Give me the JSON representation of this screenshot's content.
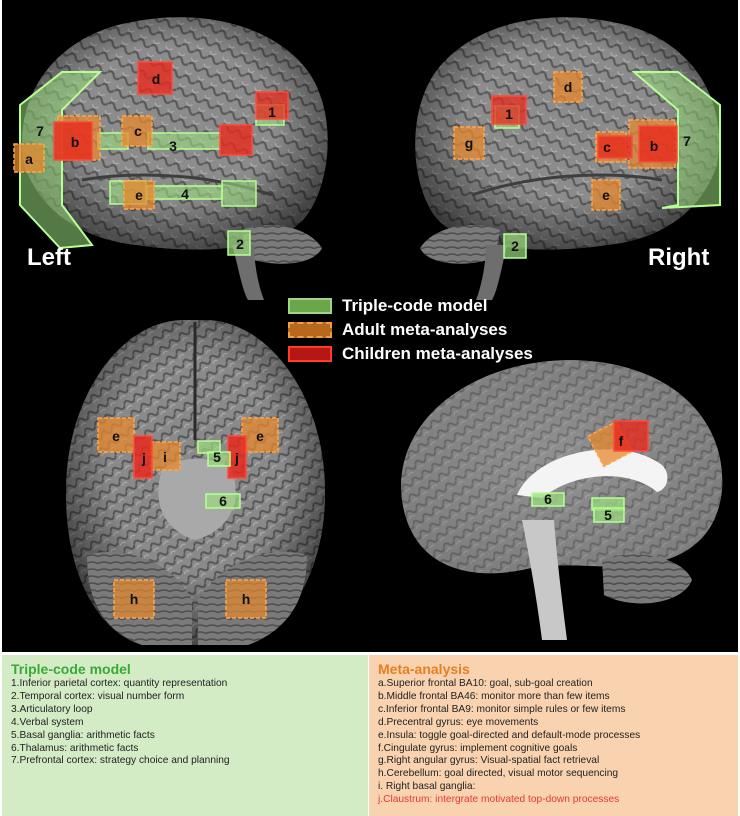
{
  "views": {
    "left": "Left",
    "right": "Right"
  },
  "legend": [
    {
      "label": "Triple-code model",
      "fill": "#6aa64a",
      "border": "#9fd48a",
      "dashed": false
    },
    {
      "label": "Adult meta-analyses",
      "fill": "#b8681c",
      "border": "#f0a040",
      "dashed": true
    },
    {
      "label": "Children meta-analyses",
      "fill": "#b51812",
      "border": "#ff3b2c",
      "dashed": false
    }
  ],
  "colors": {
    "triple_fill": "#9bdc7e",
    "triple_stroke": "#b6ff95",
    "adult_fill": "#e78a2e",
    "adult_stroke": "#ffa64a",
    "child_fill": "#e8291d",
    "child_stroke": "#ff4a3a",
    "triple_title": "#3aaa35",
    "meta_title": "#e67e22",
    "highlight_text": "#e53935"
  },
  "regions": {
    "left_view": {
      "triple": [
        "7",
        "3",
        "4",
        "1",
        "2"
      ],
      "adult": [
        "a",
        "c",
        "e"
      ],
      "child": [
        "b",
        "d",
        "1"
      ]
    },
    "right_view": {
      "triple": [
        "7",
        "1",
        "2"
      ],
      "adult": [
        "d",
        "g",
        "c",
        "e",
        "b"
      ],
      "child": [
        "1",
        "c",
        "b"
      ]
    },
    "axial_view": {
      "triple": [
        "5",
        "6"
      ],
      "adult": [
        "e",
        "i",
        "e",
        "h",
        "h"
      ],
      "child": [
        "j",
        "j"
      ]
    },
    "sagittal_view": {
      "triple": [
        "6",
        "5"
      ],
      "adult": [
        "f"
      ],
      "child": [
        "f"
      ]
    }
  },
  "triple_code": {
    "title": "Triple-code model",
    "items": [
      "1.Inferior parietal cortex: quantity representation",
      "2.Temporal cortex: visual number form",
      "3.Articulatory loop",
      "4.Verbal system",
      "5.Basal ganglia: arithmetic facts",
      "6.Thalamus: arithmetic facts",
      "7.Prefrontal cortex: strategy choice and planning"
    ]
  },
  "meta_analysis": {
    "title": "Meta-analysis",
    "items": [
      "a.Superior frontal BA10: goal, sub-goal creation",
      "b.Middle frontal BA46: monitor more than few items",
      "c.Inferior frontal BA9: monitor simple rules or few items",
      "d.Precentral gyrus: eye movements",
      "e.Insula: toggle goal-directed and default-mode processes",
      "f.Cingulate gyrus: implement cognitive goals",
      "g.Right angular gyrus: Visual-spatial fact retrieval",
      "h.Cerebellum: goal directed, visual motor sequencing",
      "i. Right basal ganglia:"
    ],
    "highlight_item": "j.Claustrum: intergrate motivated top-down processes"
  }
}
